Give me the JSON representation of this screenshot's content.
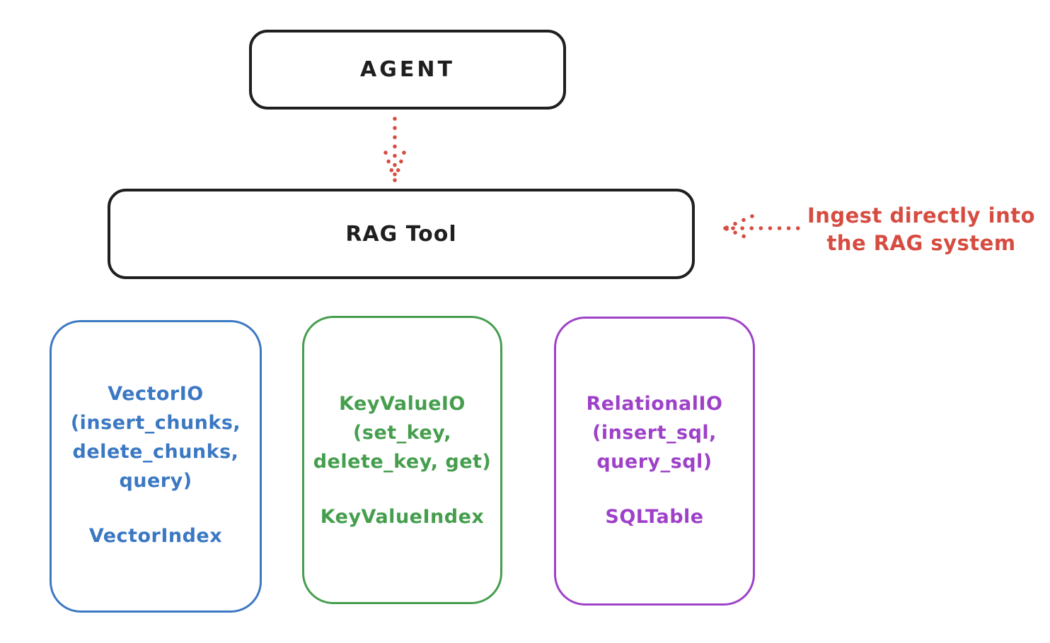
{
  "colors": {
    "ink": "#1f1f1f",
    "red": "#d64c41",
    "blue": "#3b78c3",
    "green": "#459e4d",
    "purple": "#9e41c9",
    "background": "#ffffff"
  },
  "agent_box": {
    "label": "AGENT"
  },
  "rag_tool_box": {
    "label": "RAG Tool"
  },
  "annotation": {
    "lines": [
      "Ingest directly into",
      "the RAG system"
    ]
  },
  "backend_boxes": [
    {
      "name": "vector-io",
      "color": "#3b78c3",
      "lines": [
        "VectorIO",
        "(insert_chunks,",
        "delete_chunks,",
        "query)"
      ],
      "index_label": "VectorIndex"
    },
    {
      "name": "keyvalue-io",
      "color": "#459e4d",
      "lines": [
        "KeyValueIO",
        "(set_key,",
        "delete_key, get)"
      ],
      "index_label": "KeyValueIndex"
    },
    {
      "name": "relational-io",
      "color": "#9e41c9",
      "lines": [
        "RelationalIO",
        "(insert_sql,",
        "query_sql)"
      ],
      "index_label": "SQLTable"
    }
  ],
  "arrows": [
    {
      "name": "agent-to-rag",
      "style": "dotted",
      "direction": "down",
      "color": "#d64c41"
    },
    {
      "name": "ingest-into-rag",
      "style": "dotted",
      "direction": "left",
      "color": "#d64c41"
    }
  ]
}
